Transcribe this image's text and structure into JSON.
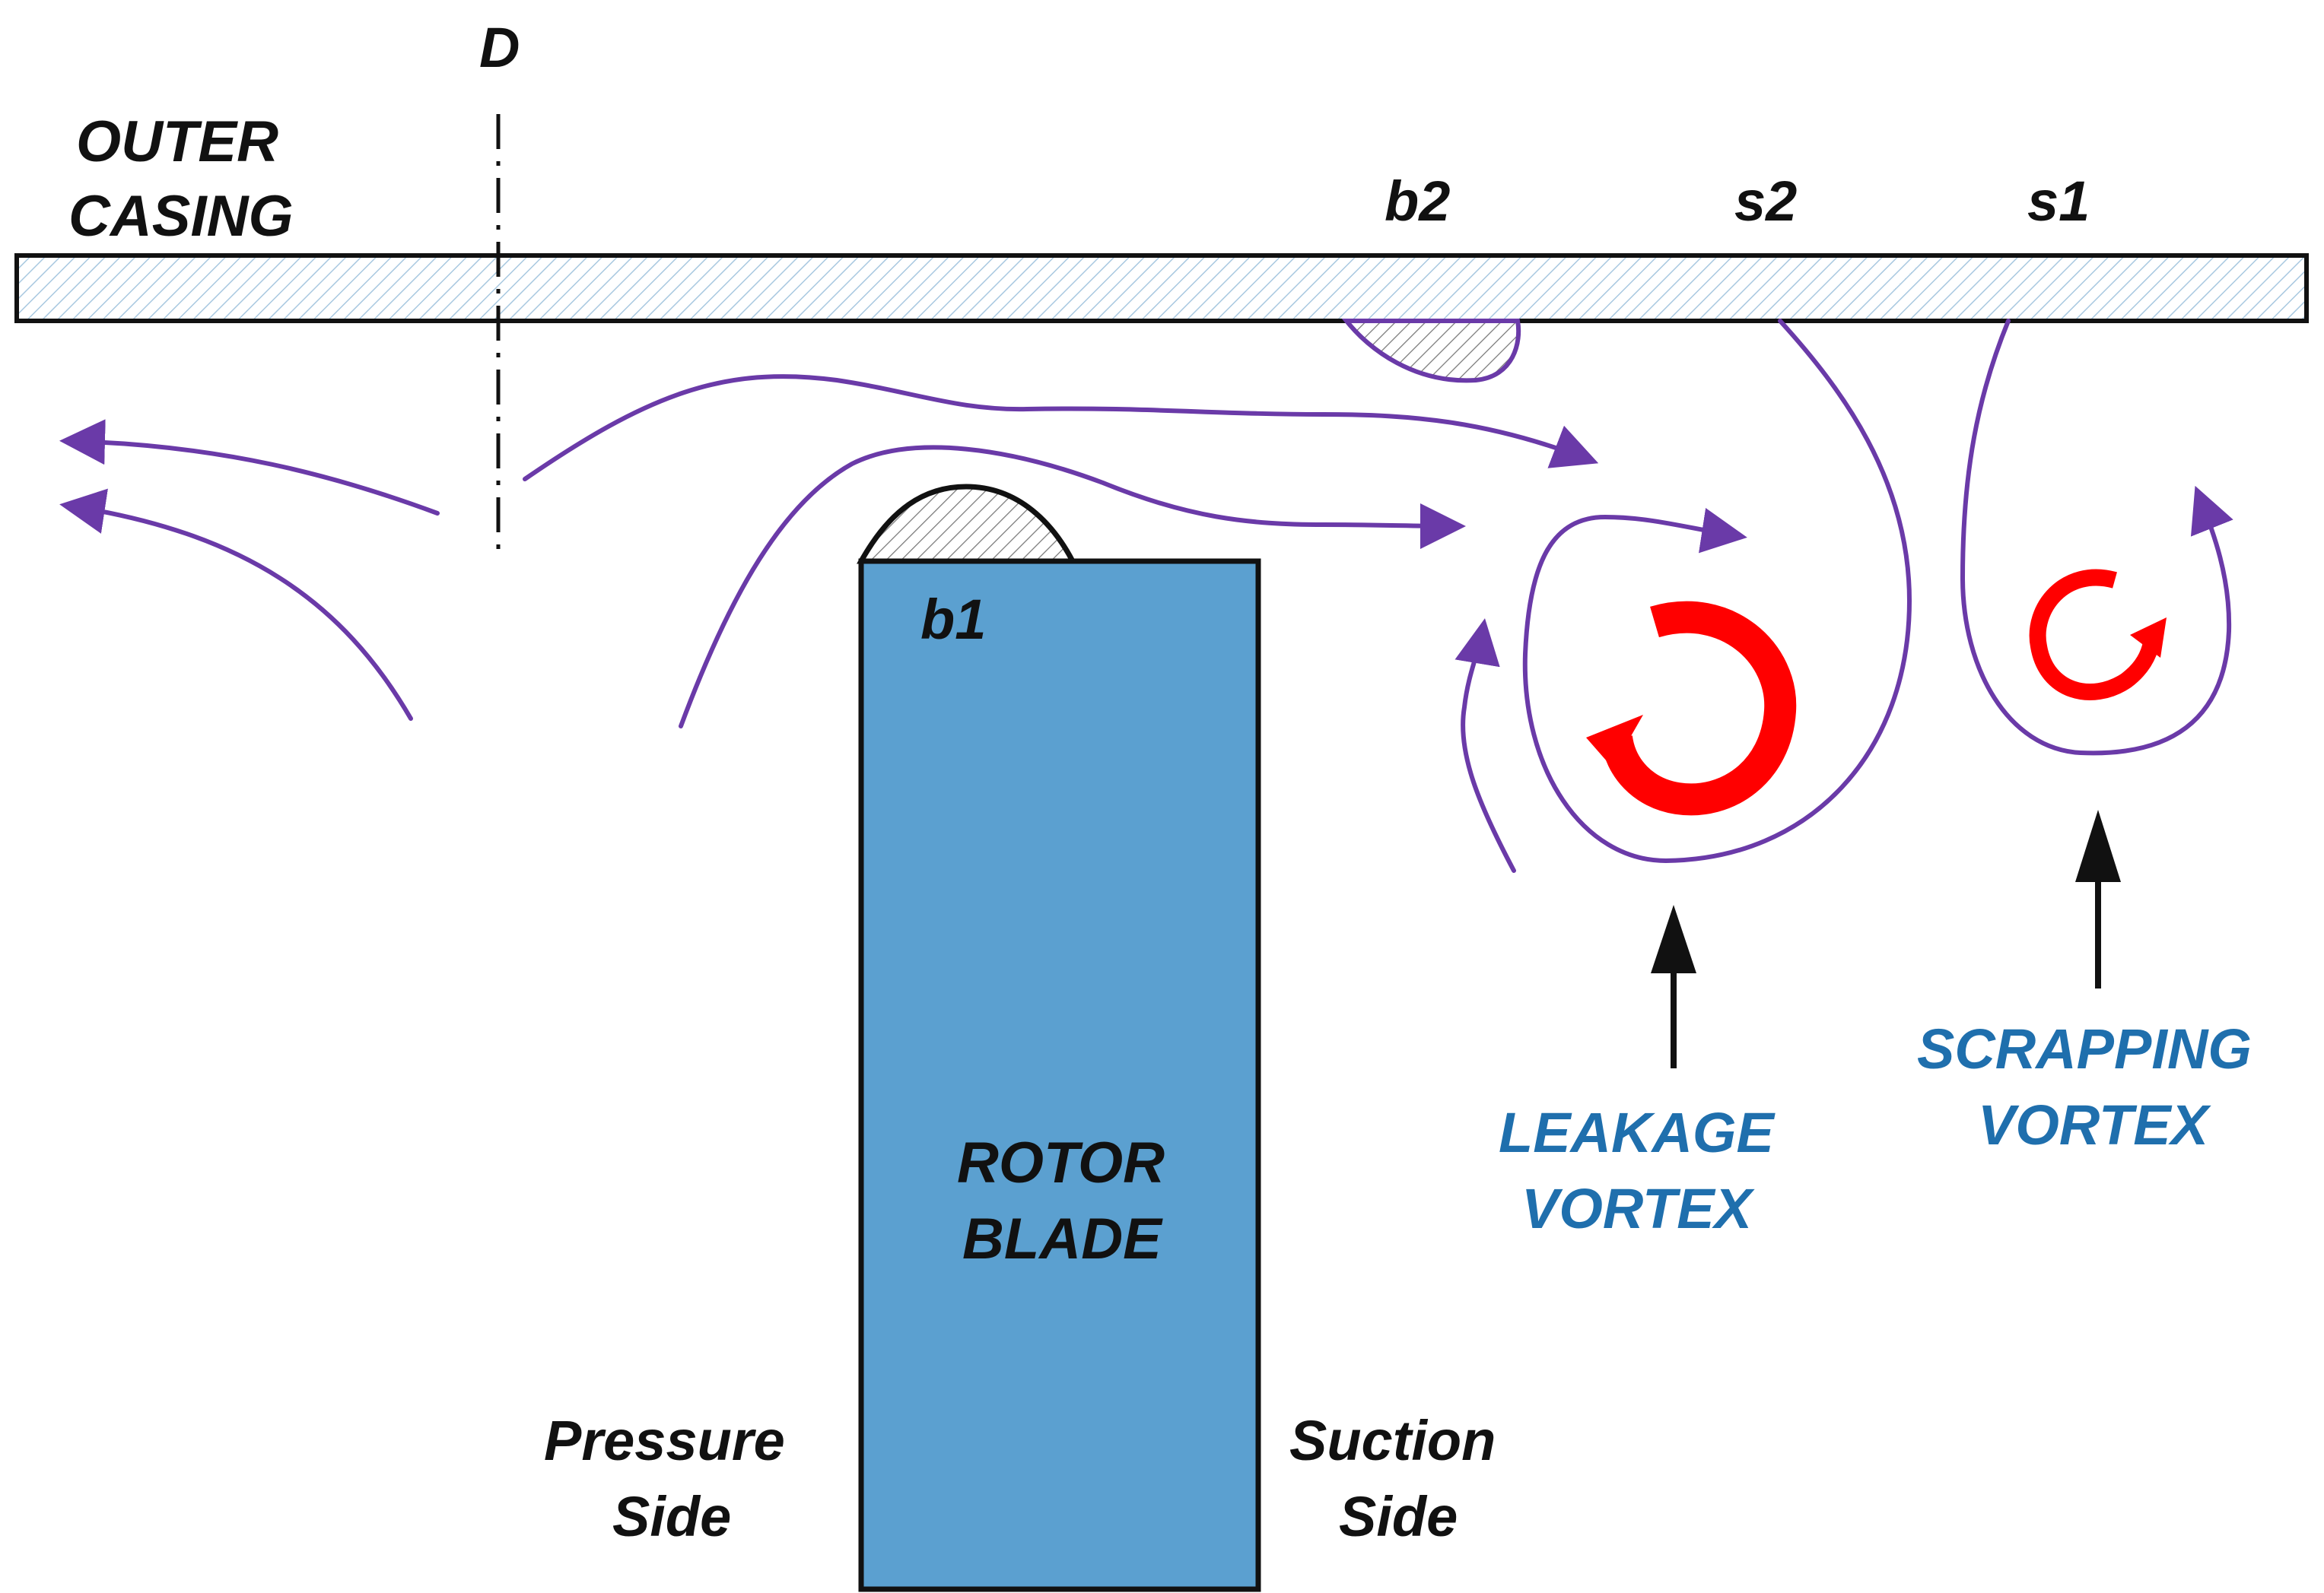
{
  "labels": {
    "D": "D",
    "outer_casing_line1": "OUTER",
    "outer_casing_line2": "CASING",
    "b1": "b1",
    "b2": "b2",
    "s1": "s1",
    "s2": "s2",
    "rotor_blade_line1": "ROTOR",
    "rotor_blade_line2": "BLADE",
    "pressure_side_line1": "Pressure",
    "pressure_side_line2": "Side",
    "suction_side_line1": "Suction",
    "suction_side_line2": "Side",
    "leakage_vortex_line1": "LEAKAGE",
    "leakage_vortex_line2": "VORTEX",
    "scrapping_vortex_line1": "SCRAPPING",
    "scrapping_vortex_line2": "VORTEX"
  },
  "colors": {
    "blade_fill": "#5ba0d0",
    "flow_lines": "#6a3aa8",
    "vortex_arrows": "#ff0000",
    "vortex_labels": "#1f6fad",
    "casing_hatch": "#a8c8e0"
  }
}
